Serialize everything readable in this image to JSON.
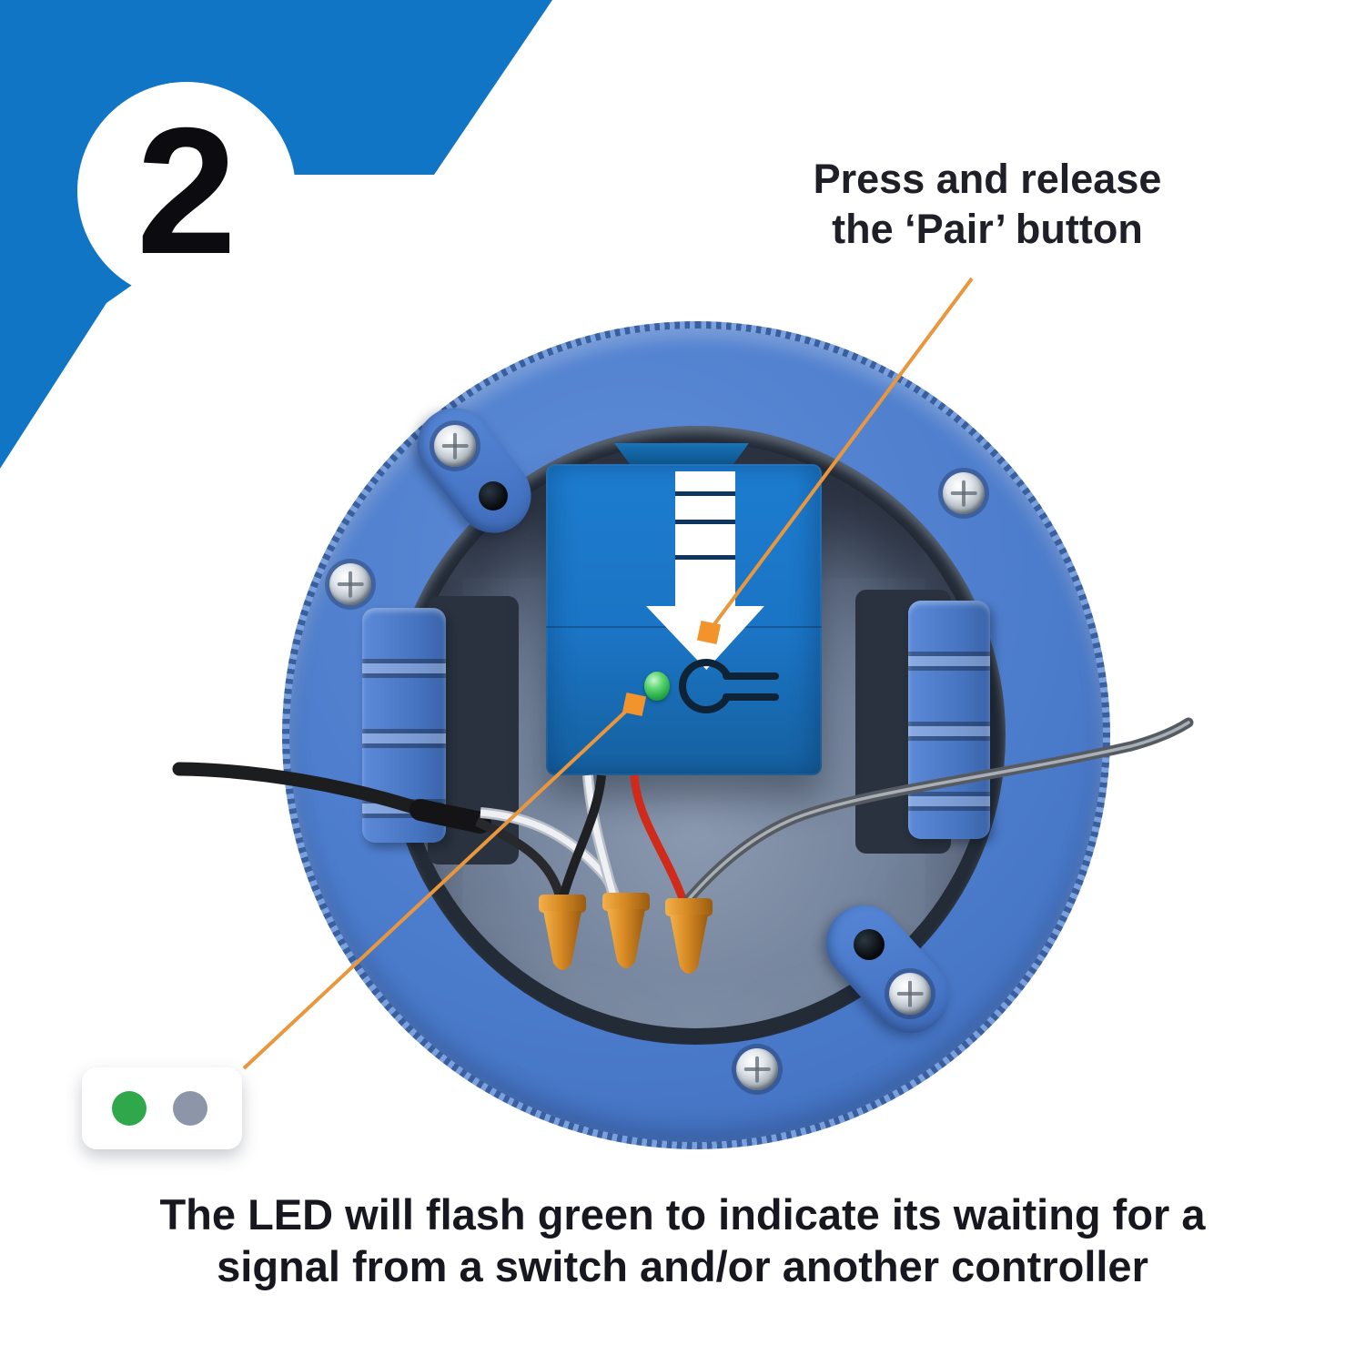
{
  "step": {
    "number": "2"
  },
  "callout": {
    "line1": "Press and release",
    "line2": "the ‘Pair’ button"
  },
  "caption": {
    "line1": "The LED will flash green to indicate its waiting for a",
    "line2": "signal from a switch and/or another controller"
  },
  "legend": {
    "led_on_color": "#2fa84b",
    "led_off_color": "#8d96a8"
  },
  "colors": {
    "banner_blue": "#1175c5",
    "badge_ring_blue": "#3d8bd3",
    "device_ring_blue": "#4c7ccc",
    "recess_gray": "#74849c",
    "module_blue": "#1b74c4",
    "annotation_orange": "#e9973d",
    "wire_nut_orange": "#d88a24",
    "led_green": "#21a544",
    "wire_red": "#d02a1b",
    "wire_black": "#1f2023",
    "wire_white": "#eef0f3",
    "wire_gray": "#565b62"
  }
}
